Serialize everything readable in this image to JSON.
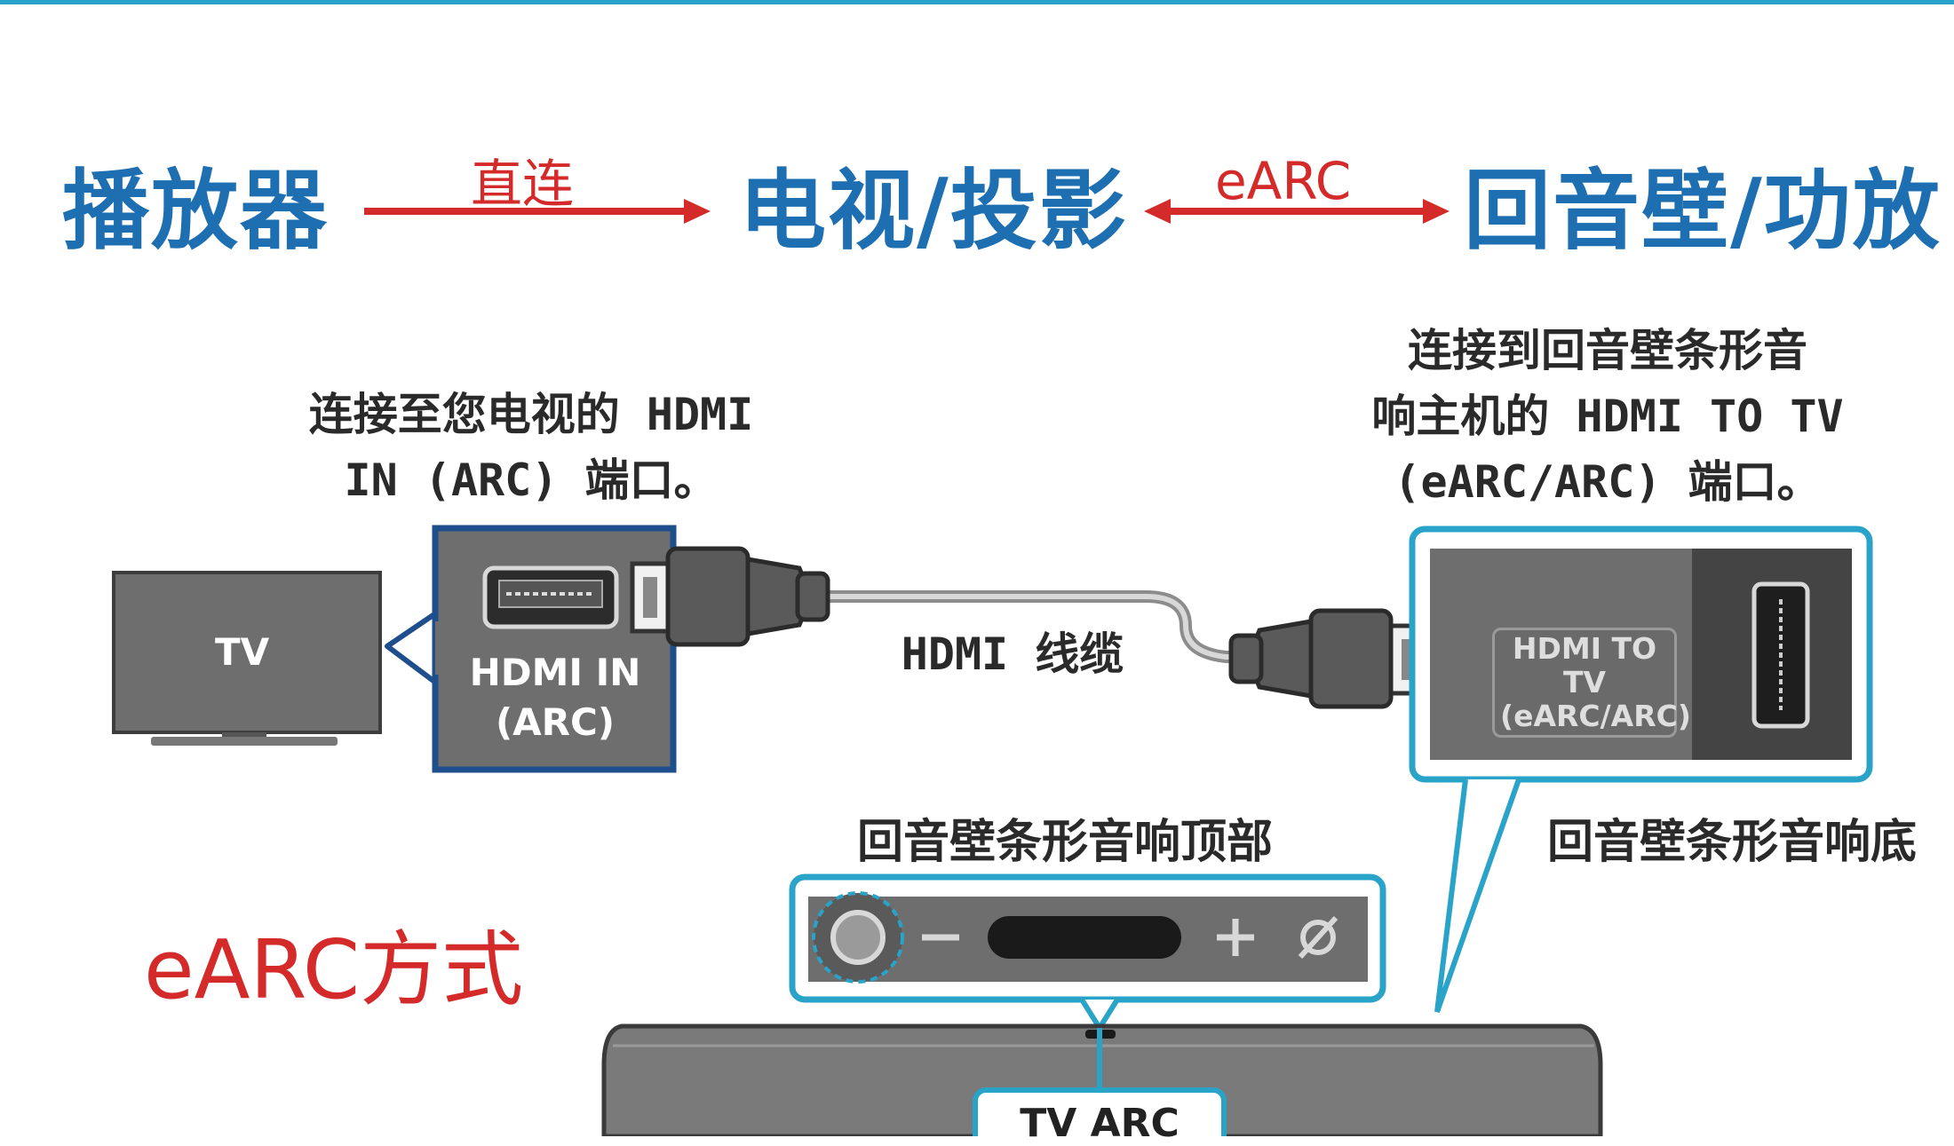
{
  "flow": {
    "player": "播放器",
    "direct": "直连",
    "tv_projector": "电视/投影",
    "earc": "eARC",
    "soundbar_amp": "回音壁/功放"
  },
  "captions": {
    "tv_port_line1": "连接至您电视的 HDMI",
    "tv_port_line2": "IN (ARC) 端口。",
    "sb_port_line1": "连接到回音壁条形音",
    "sb_port_line2": "响主机的 HDMI TO TV",
    "sb_port_line3": "(eARC/ARC) 端口。",
    "cable": "HDMI 线缆",
    "soundbar_top": "回音壁条形音响顶部",
    "soundbar_bottom": "回音壁条形音响底"
  },
  "tv": {
    "label": "TV"
  },
  "tv_port": {
    "line1": "HDMI IN",
    "line2": "(ARC)"
  },
  "soundbar_port": {
    "line1": "HDMI TO TV",
    "line2": "(eARC/ARC)"
  },
  "soundbar_tag": "TV ARC",
  "method": "eARC方式",
  "colors": {
    "flow_blue": "#1d6fb2",
    "accent_red": "#d42a2a",
    "callout_cyan": "#2aa3c9",
    "device_gray": "#6e6e6e"
  }
}
